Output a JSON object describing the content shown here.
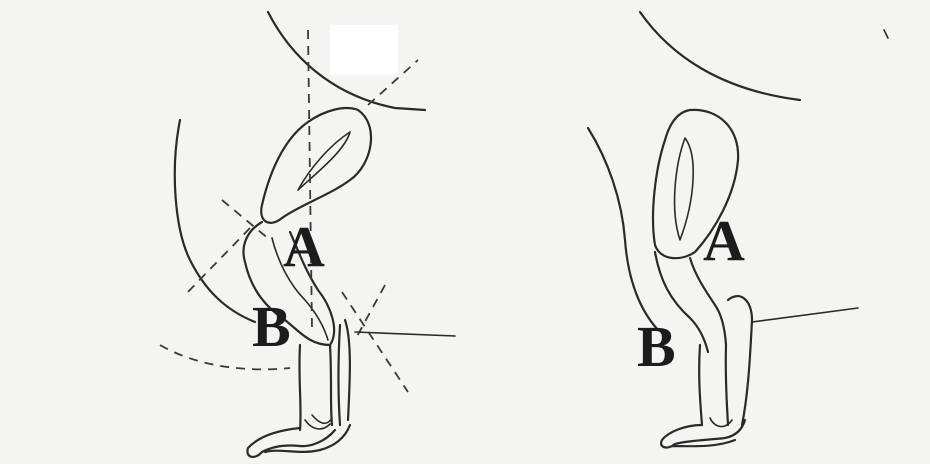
{
  "figure": {
    "left_panel": {
      "label_upper": "A",
      "label_lower": "B"
    },
    "right_panel": {
      "label_upper": "A",
      "label_lower": "B"
    },
    "colors": {
      "background": "#f4f4f2",
      "ink": "#2a2a2a"
    }
  }
}
